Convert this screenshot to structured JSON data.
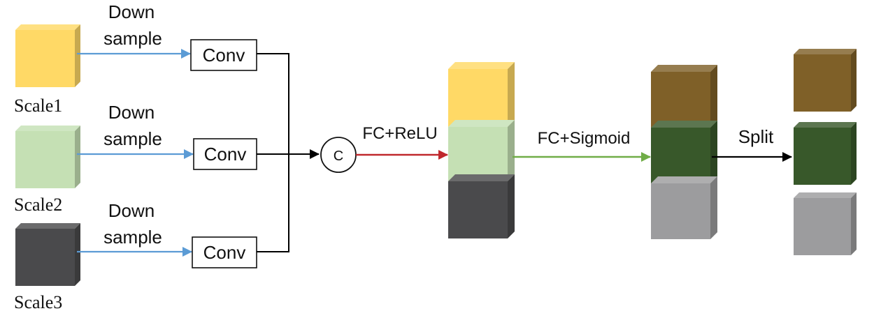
{
  "inputs": [
    {
      "label": "Scale1",
      "down_label_line1": "Down",
      "down_label_line2": "sample",
      "conv_label": "Conv"
    },
    {
      "label": "Scale2",
      "down_label_line1": "Down",
      "down_label_line2": "sample",
      "conv_label": "Conv"
    },
    {
      "label": "Scale3",
      "down_label_line1": "Down",
      "down_label_line2": "sample",
      "conv_label": "Conv"
    }
  ],
  "concat_symbol": "C",
  "fc_relu_label": "FC+ReLU",
  "fc_sigmoid_label": "FC+Sigmoid",
  "split_label": "Split",
  "colors": {
    "scale1": "#ffd966",
    "scale2": "#c5e0b4",
    "scale3": "#4a4a4c",
    "weighted1": "#7f6028",
    "weighted2": "#38582a",
    "weighted3": "#9c9c9e",
    "arrow_blue": "#5b9bd5",
    "arrow_red": "#c0282d",
    "arrow_green": "#70ad47",
    "arrow_black": "#000000"
  }
}
